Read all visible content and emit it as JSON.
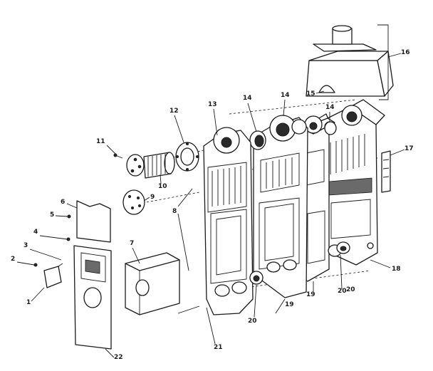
{
  "callouts": {
    "c1": "1",
    "c2": "2",
    "c3": "3",
    "c4": "4",
    "c5": "5",
    "c6": "6",
    "c7": "7",
    "c8": "8",
    "c9": "9",
    "c10": "10",
    "c11": "11",
    "c12": "12",
    "c13": "13",
    "c14a": "14",
    "c14b": "14",
    "c14c": "14",
    "c15": "15",
    "c16": "16",
    "c17": "17",
    "c18": "18",
    "c19a": "19",
    "c19b": "19",
    "c20a": "20",
    "c20b": "20",
    "c20c": "20",
    "c21": "21",
    "c22": "22"
  }
}
